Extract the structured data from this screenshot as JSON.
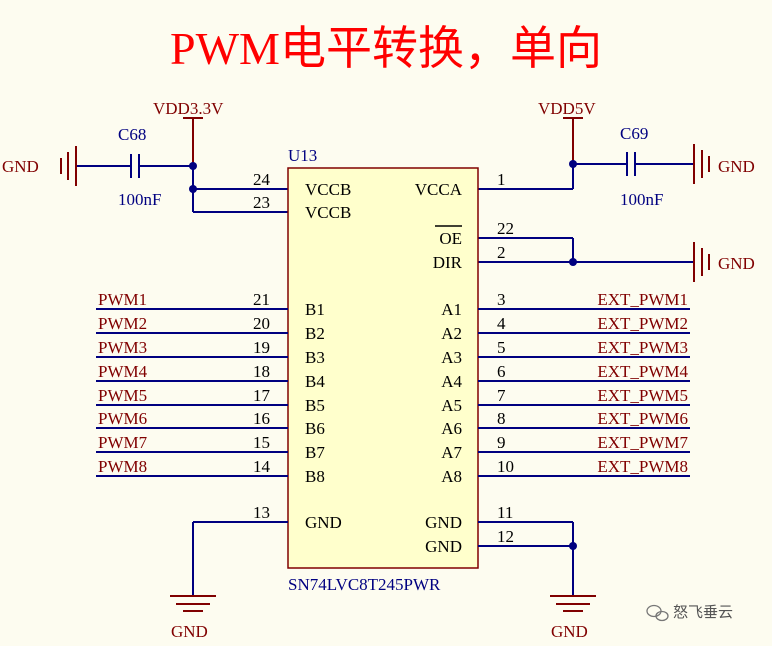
{
  "title": "PWM电平转换，单向",
  "colors": {
    "background": "#fdfcf0",
    "title": "#ff0000",
    "wire": "#000080",
    "power": "#800000",
    "label": "#800000",
    "component_text": "#000080",
    "pin_text": "#000000",
    "chip_fill": "#ffffcc",
    "chip_border": "#800000",
    "junction": "#000080"
  },
  "power": {
    "vdd33": "VDD3.3V",
    "vdd5": "VDD5V",
    "gnd": "GND"
  },
  "capacitors": [
    {
      "ref": "C68",
      "value": "100nF"
    },
    {
      "ref": "C69",
      "value": "100nF"
    }
  ],
  "chip": {
    "ref": "U13",
    "part": "SN74LVC8T245PWR",
    "left_pins": [
      {
        "num": "24",
        "name": "VCCB"
      },
      {
        "num": "23",
        "name": "VCCB"
      },
      {
        "num": "21",
        "name": "B1"
      },
      {
        "num": "20",
        "name": "B2"
      },
      {
        "num": "19",
        "name": "B3"
      },
      {
        "num": "18",
        "name": "B4"
      },
      {
        "num": "17",
        "name": "B5"
      },
      {
        "num": "16",
        "name": "B6"
      },
      {
        "num": "15",
        "name": "B7"
      },
      {
        "num": "14",
        "name": "B8"
      },
      {
        "num": "13",
        "name": "GND"
      }
    ],
    "right_pins": [
      {
        "num": "1",
        "name": "VCCA"
      },
      {
        "num": "22",
        "name": "OE"
      },
      {
        "num": "2",
        "name": "DIR"
      },
      {
        "num": "3",
        "name": "A1"
      },
      {
        "num": "4",
        "name": "A2"
      },
      {
        "num": "5",
        "name": "A3"
      },
      {
        "num": "6",
        "name": "A4"
      },
      {
        "num": "7",
        "name": "A5"
      },
      {
        "num": "8",
        "name": "A6"
      },
      {
        "num": "9",
        "name": "A7"
      },
      {
        "num": "10",
        "name": "A8"
      },
      {
        "num": "11",
        "name": "GND"
      },
      {
        "num": "12",
        "name": "GND"
      }
    ]
  },
  "nets_left": [
    "PWM1",
    "PWM2",
    "PWM3",
    "PWM4",
    "PWM5",
    "PWM6",
    "PWM7",
    "PWM8"
  ],
  "nets_right": [
    "EXT_PWM1",
    "EXT_PWM2",
    "EXT_PWM3",
    "EXT_PWM4",
    "EXT_PWM5",
    "EXT_PWM6",
    "EXT_PWM7",
    "EXT_PWM8"
  ],
  "watermark": "怒飞垂云"
}
